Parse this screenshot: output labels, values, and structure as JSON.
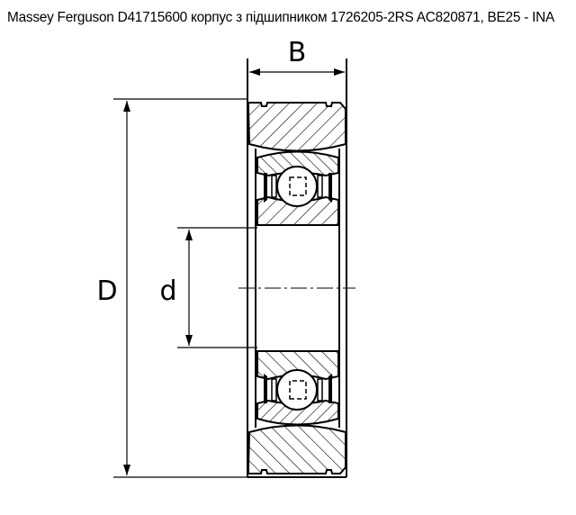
{
  "title": "Massey Ferguson D41715600 корпус з підшипником 1726205-2RS AC820871, BE25 - INA",
  "drawing": {
    "labels": {
      "width": "B",
      "outer_diameter": "D",
      "inner_diameter": "d"
    },
    "colors": {
      "line": "#000000",
      "background": "#ffffff"
    }
  }
}
